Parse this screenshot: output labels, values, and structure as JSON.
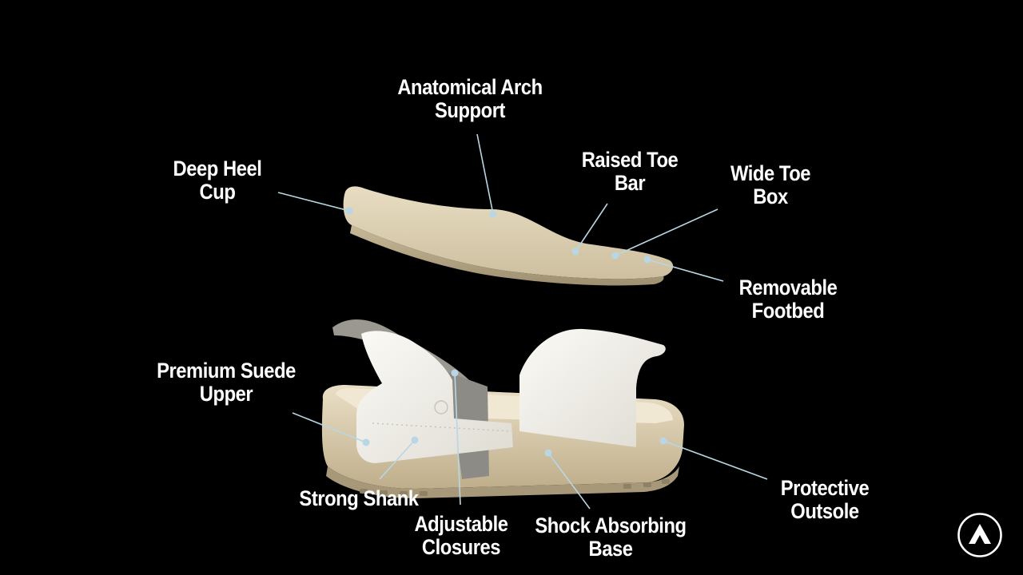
{
  "labels": {
    "arch_support": [
      "Anatomical Arch",
      "Support"
    ],
    "heel_cup": [
      "Deep Heel",
      "Cup"
    ],
    "toe_bar": [
      "Raised Toe",
      "Bar"
    ],
    "toe_box": [
      "Wide Toe",
      "Box"
    ],
    "footbed": [
      "Removable",
      "Footbed"
    ],
    "suede_upper": [
      "Premium Suede",
      "Upper"
    ],
    "shank": [
      "Strong Shank"
    ],
    "closures": [
      "Adjustable",
      "Closures"
    ],
    "shock_base": [
      "Shock Absorbing",
      "Base"
    ],
    "outsole": [
      "Protective",
      "Outsole"
    ]
  },
  "colors": {
    "background": "#000000",
    "label_text": "#ffffff",
    "leader_line": "#b9d6e4",
    "footbed": "#d9cdb2",
    "outsole": "#e6d8bb",
    "suede": "#f2f0ea",
    "strap": "#8d8b85"
  },
  "icons": {
    "brand_logo": "a-mark-logo-icon"
  }
}
